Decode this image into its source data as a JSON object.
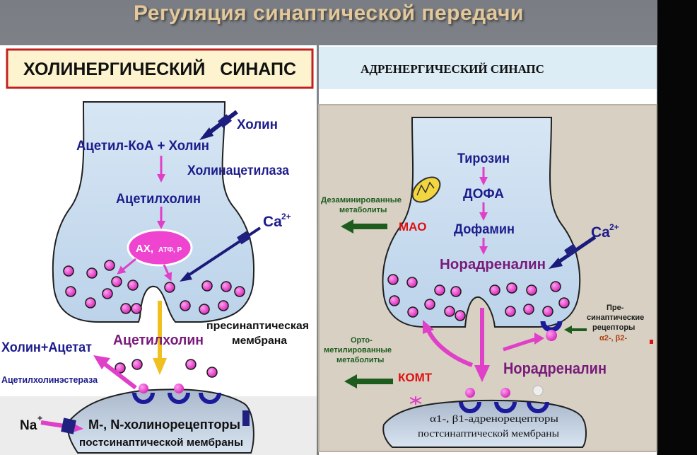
{
  "page_title": "Регуляция синаптической передачи",
  "left_panel": {
    "title": "ХОЛИНЕРГИЧЕСКИЙ   СИНАПС",
    "choline": "Холин",
    "acetyl_coa_choline": "Ацетил-КоА + Холин",
    "choline_acetylase": "Холинацетилаза",
    "acetylcholine_top": "Ацетилхолин",
    "ca": "Ca",
    "ca_sup": "2+",
    "vesicle_main": "АХ,",
    "vesicle_small": "АТФ, Р",
    "presynaptic_membrane_1": "пресинаптическая",
    "presynaptic_membrane_2": "мембрана",
    "acetylcholine_cleft": "Ацетилхолин",
    "choline_acetate": "Холин+Ацетат",
    "acetylcholinesterase": "Ацетилхолинэстераза",
    "na": "Na",
    "na_sup": "+",
    "receptors": "М-, N-холинорецепторы",
    "postsynaptic": "постсинаптической мембраны"
  },
  "right_panel": {
    "title": "АДРЕНЕРГИЧЕСКИЙ СИНАПС",
    "tyrosine": "Тирозин",
    "dopa": "ДОФА",
    "dopamine": "Дофамин",
    "noradrenaline_top": "Норадреналин",
    "ca": "Ca",
    "ca_sup": "2+",
    "deaminated_1": "Дезаминированные",
    "deaminated_2": "метаболиты",
    "mao": "МАО",
    "ortho_1": "Орто-",
    "ortho_2": "метилированные",
    "ortho_3": "метаболиты",
    "komt": "КОМТ",
    "noradrenaline_cleft": "Норадреналин",
    "pre_receptors_1": "Пре-",
    "pre_receptors_2": "синаптические",
    "pre_receptors_3": "рецепторы",
    "pre_receptors_4": "α2-, β2-",
    "post_receptors": "α1-, β1-адренорецепторы",
    "postsynaptic": "постсинаптической мембраны"
  },
  "colors": {
    "title_gold": "#e2c89b",
    "navy_text": "#1c1c8c",
    "magenta": "#e040c8",
    "membrane_blue": "#c9dcee",
    "deep_blue": "#1a1a7a",
    "dark_green": "#1e5c1e",
    "mao_red": "#e01010"
  }
}
